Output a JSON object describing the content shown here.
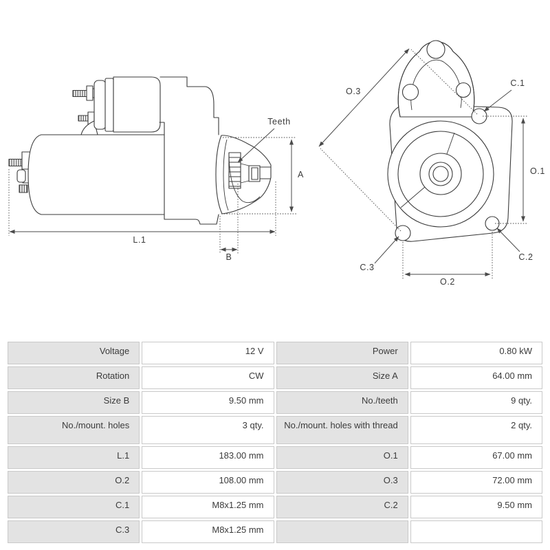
{
  "drawing": {
    "side_view": {
      "labels": {
        "teeth": "Teeth",
        "a": "A",
        "l1": "L.1",
        "b": "B"
      }
    },
    "front_view": {
      "labels": {
        "o3": "O.3",
        "c1": "C.1",
        "o1": "O.1",
        "c2": "C.2",
        "c3": "C.3",
        "o2": "O.2"
      }
    },
    "colors": {
      "line": "#3a3a3a",
      "dimension": "#4a4a4a"
    }
  },
  "table": {
    "colors": {
      "label_bg": "#e3e3e3",
      "value_bg": "#ffffff",
      "border": "#c9c9c9",
      "text": "#3b3b3b"
    },
    "rows": [
      {
        "label_left": "Voltage",
        "value_left": "12 V",
        "label_right": "Power",
        "value_right": "0.80 kW"
      },
      {
        "label_left": "Rotation",
        "value_left": "CW",
        "label_right": "Size A",
        "value_right": "64.00 mm"
      },
      {
        "label_left": "Size B",
        "value_left": "9.50 mm",
        "label_right": "No./teeth",
        "value_right": "9 qty."
      },
      {
        "label_left": "No./mount. holes",
        "value_left": "3 qty.",
        "label_right": "No./mount. holes with thread",
        "value_right": "2 qty."
      },
      {
        "label_left": "L.1",
        "value_left": "183.00 mm",
        "label_right": "O.1",
        "value_right": "67.00 mm"
      },
      {
        "label_left": "O.2",
        "value_left": "108.00 mm",
        "label_right": "O.3",
        "value_right": "72.00 mm"
      },
      {
        "label_left": "C.1",
        "value_left": "M8x1.25 mm",
        "label_right": "C.2",
        "value_right": "9.50 mm"
      },
      {
        "label_left": "C.3",
        "value_left": "M8x1.25 mm",
        "label_right": "",
        "value_right": ""
      }
    ]
  }
}
